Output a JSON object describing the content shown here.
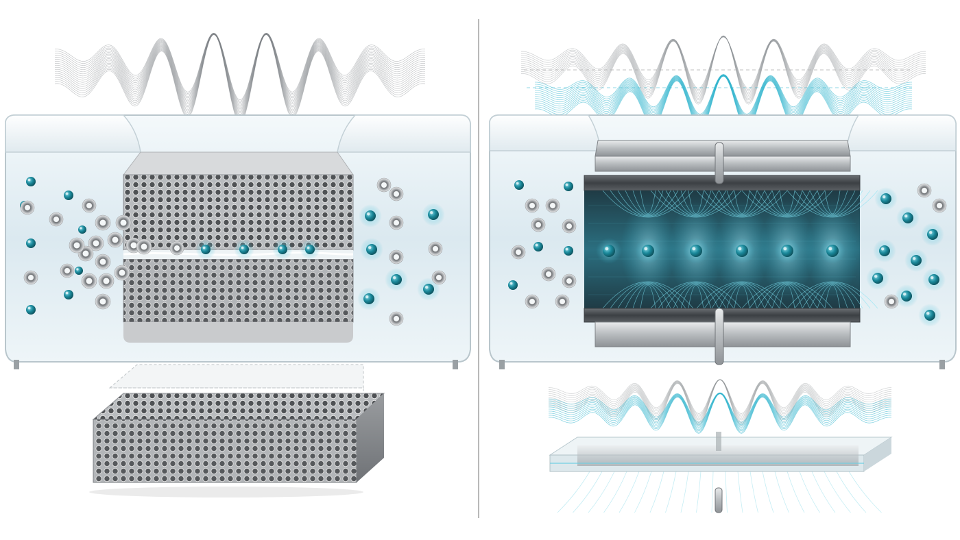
{
  "diagram": {
    "panels": [
      {
        "id": "left",
        "membrane_type": "porous-membrane",
        "top_wave_style": "grey-mesh",
        "bottom_object": "porous-slab"
      },
      {
        "id": "right",
        "membrane_type": "electrode-channel",
        "top_wave_style": "grey-and-cyan-mesh",
        "bottom_object": "glass-electrode-plate"
      }
    ],
    "colors": {
      "ion_cyan": "#1b8a9c",
      "ion_grey": "#8c8c8c",
      "field_cyan": "#2bb3cc",
      "water": "#dcebf2",
      "pore_dark": "#5a5a5a",
      "metal": "#9a9ea2",
      "divider": "#888888"
    },
    "icons": [
      "cation-sphere-icon",
      "hydrated-ring-icon",
      "electrode-pin-icon"
    ]
  }
}
